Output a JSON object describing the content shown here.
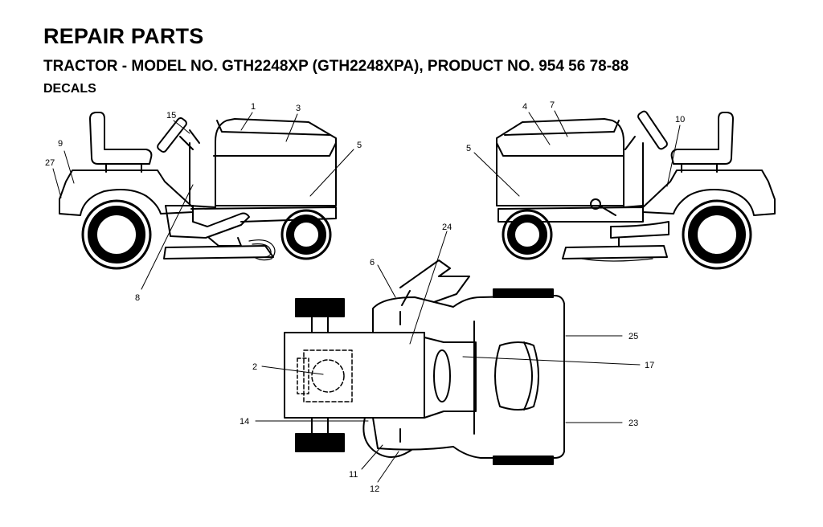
{
  "header": {
    "title": "REPAIR PARTS",
    "subtitle": "TRACTOR - MODEL NO. GTH2248XP (GTH2248XPA), PRODUCT NO. 954 56 78-88",
    "section": "DECALS"
  },
  "callouts": {
    "c1": "1",
    "c2": "2",
    "c3": "3",
    "c4": "4",
    "c5a": "5",
    "c5b": "5",
    "c6": "6",
    "c7": "7",
    "c8": "8",
    "c9": "9",
    "c10": "10",
    "c11": "11",
    "c12": "12",
    "c14": "14",
    "c15": "15",
    "c17": "17",
    "c23": "23",
    "c24": "24",
    "c25": "25",
    "c27": "27"
  }
}
